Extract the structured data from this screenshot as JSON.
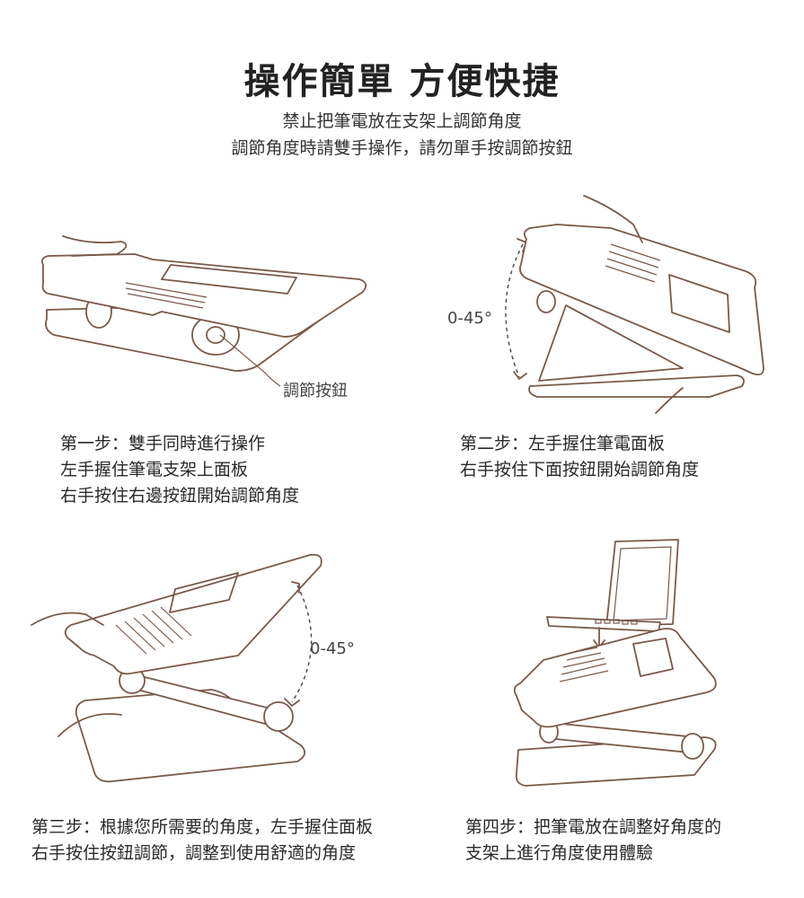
{
  "header": {
    "title": "操作簡單 方便快捷",
    "subtitle_1": "禁止把筆電放在支架上調節角度",
    "subtitle_2": "調節角度時請雙手操作，請勿單手按調節按鈕"
  },
  "figures": {
    "step1_callout": "調節按鈕",
    "step2_angle": "0-45°",
    "step3_angle": "0-45°"
  },
  "steps": [
    {
      "lines": [
        "第一步：雙手同時進行操作",
        "左手握住筆電支架上面板",
        "右手按住右邊按鈕開始調節角度"
      ]
    },
    {
      "lines": [
        "第二步：左手握住筆電面板",
        "右手按住下面按鈕開始調節角度"
      ]
    },
    {
      "lines": [
        "第三步：根據您所需要的角度，左手握住面板",
        "右手按住按鈕調節，調整到使用舒適的角度"
      ]
    },
    {
      "lines": [
        "第四步：把筆電放在調整好角度的",
        "支架上進行角度使用體驗"
      ]
    }
  ]
}
